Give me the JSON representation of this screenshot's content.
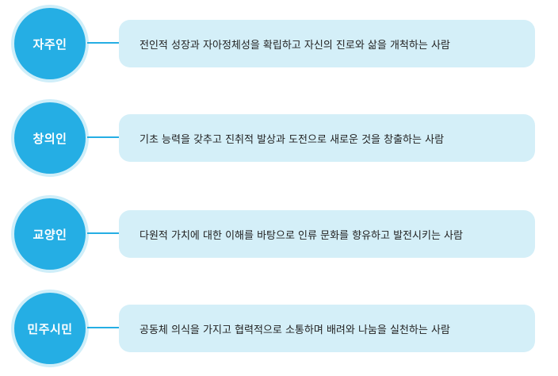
{
  "items": [
    {
      "label": "자주인",
      "description": "전인적 성장과 자아정체성을 확립하고 자신의 진로와 삶을 개척하는 사람"
    },
    {
      "label": "창의인",
      "description": "기초 능력을 갖추고 진취적 발상과 도전으로 새로운 것을 창출하는 사람"
    },
    {
      "label": "교양인",
      "description": "다원적 가치에 대한 이해를 바탕으로 인류 문화를 향유하고 발전시키는 사람"
    },
    {
      "label": "민주시민",
      "description": "공동체 의식을 가지고 협력적으로 소통하며 배려와 나눔을 실천하는 사람"
    }
  ],
  "colors": {
    "circle": "#25aee4",
    "circle_ring": "#cfeef9",
    "box": "#d4eff8",
    "text": "#222222"
  }
}
